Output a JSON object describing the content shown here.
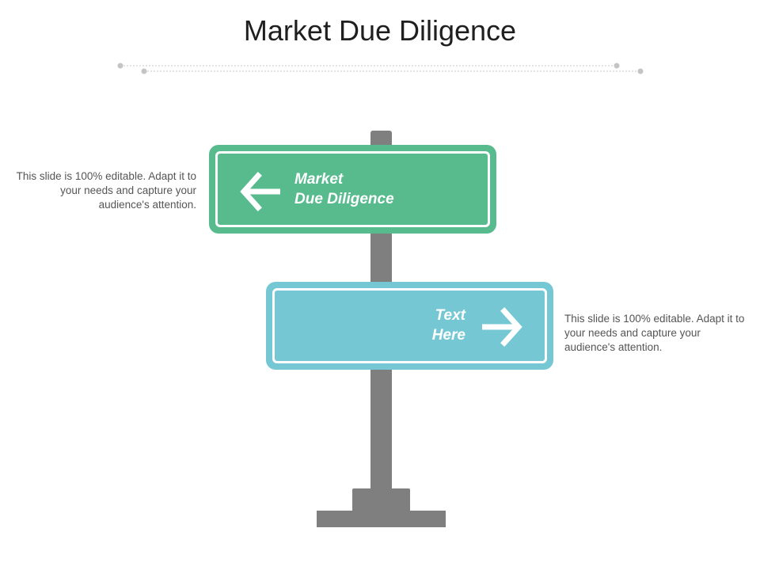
{
  "title": "Market Due Diligence",
  "left_description": "This slide is 100% editable. Adapt it to your needs and capture your audience's attention.",
  "right_description": "This slide is 100% editable. Adapt it to your needs and capture your audience's attention.",
  "signs": [
    {
      "label_lines": [
        "Market",
        "Due Diligence"
      ],
      "color": "#57bb8e",
      "arrow": "arrow-left-icon"
    },
    {
      "label_lines": [
        "Text",
        "Here"
      ],
      "color": "#75c8d3",
      "arrow": "arrow-right-icon"
    }
  ],
  "colors": {
    "pole": "#7f7f7f",
    "title": "#1f1f1f",
    "description": "#555555",
    "divider": "#c8c8c8"
  }
}
